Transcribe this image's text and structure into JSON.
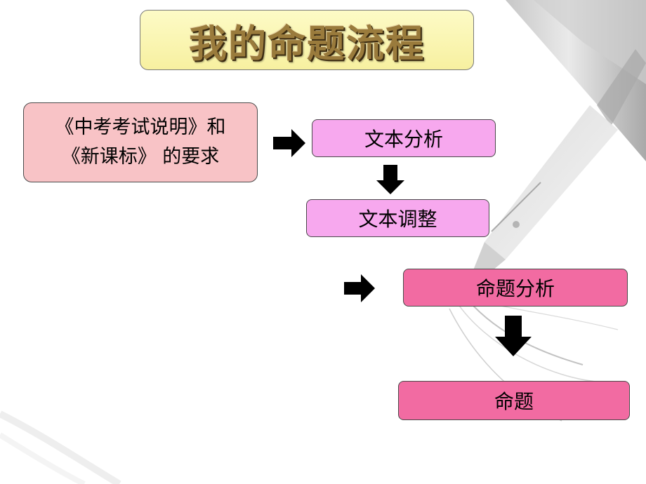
{
  "title": "我的命题流程",
  "nodes": {
    "requirements": {
      "line1": "《中考考试说明》和",
      "line2": "《新课标》 的要求"
    },
    "text_analysis": "文本分析",
    "text_adjustment": "文本调整",
    "question_analysis": "命题分析",
    "question": "命题"
  },
  "colors": {
    "title_bg": "#f7f0a0",
    "requirements_bg": "#f8c3c6",
    "light_node_bg": "#f7a8ee",
    "dark_node_bg": "#f26ba2",
    "arrow": "#000000"
  }
}
